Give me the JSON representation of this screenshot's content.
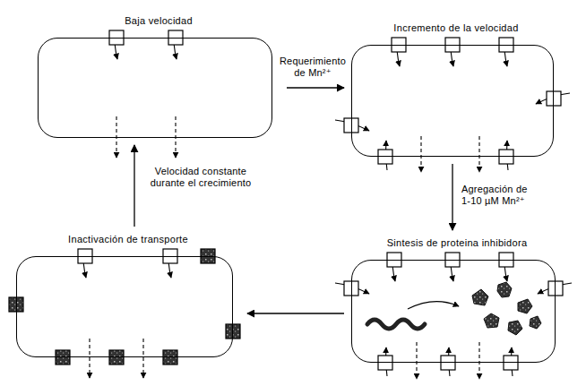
{
  "diagram": {
    "nodes": [
      {
        "text": [
          "Baja velocidad"
        ]
      },
      {
        "text": [
          "Incremento de la velocidad"
        ]
      },
      {
        "text": [
          "Sintesis de proteina inhibidora"
        ]
      },
      {
        "text": [
          "Inactivación de transporte"
        ]
      }
    ],
    "edges": [
      {
        "from": 0,
        "to": 1,
        "label": "Requerimiento de Mn²⁺",
        "arrow": "to"
      },
      {
        "from": 1,
        "to": 2,
        "label": "Agregación de 1-10 µM Mn²⁺",
        "arrow": "to"
      },
      {
        "from": 2,
        "to": 3,
        "arrow": "to"
      },
      {
        "from": 3,
        "to": 0,
        "label": "Velocidad constante durante el crecimiento",
        "arrow": "to"
      }
    ]
  }
}
